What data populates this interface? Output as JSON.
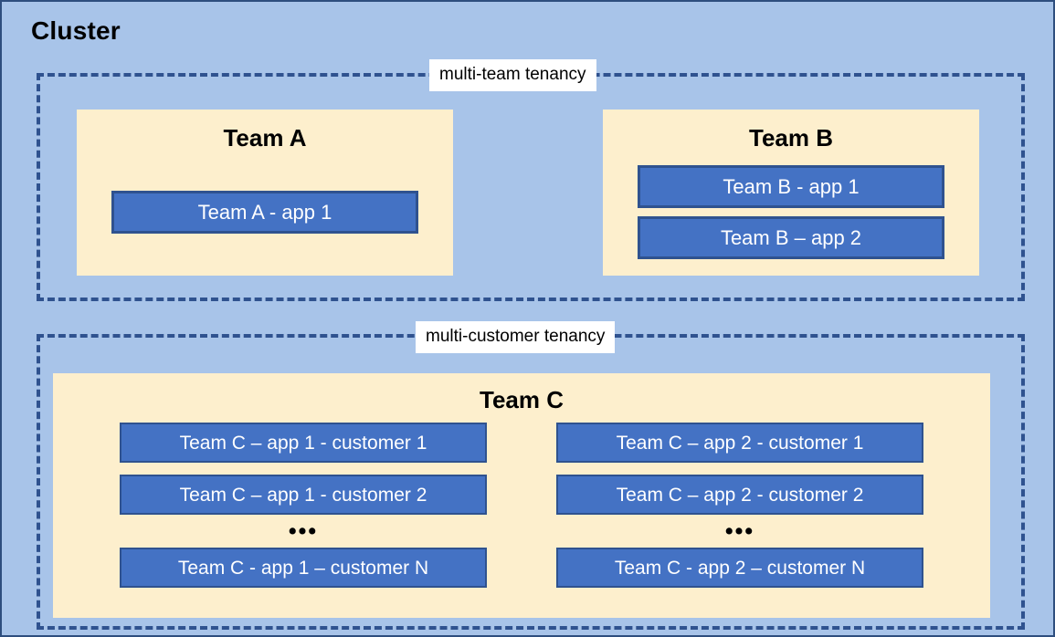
{
  "diagram": {
    "title": "Cluster",
    "colors": {
      "background": "#A8C4E9",
      "outer_border": "#2E4E7E",
      "dashed_border": "#2F528F",
      "team_panel": "#FDEFCD",
      "app_box_fill": "#4472C4",
      "app_box_border": "#2F528F",
      "app_box_text": "#FFFFFF",
      "label_chip": "#FFFFFF"
    },
    "groups": [
      {
        "label": "multi-team tenancy",
        "teams": [
          {
            "name": "Team A",
            "apps": [
              "Team A - app 1"
            ]
          },
          {
            "name": "Team B",
            "apps": [
              "Team B - app 1",
              "Team B – app 2"
            ]
          }
        ]
      },
      {
        "label": "multi-customer tenancy",
        "teams": [
          {
            "name": "Team C",
            "columns": [
              {
                "apps_top": [
                  "Team C – app 1 - customer 1",
                  "Team C – app 1 - customer 2"
                ],
                "ellipsis": "•••",
                "apps_bottom": [
                  "Team C - app 1 – customer N"
                ]
              },
              {
                "apps_top": [
                  "Team C – app 2 - customer 1",
                  "Team C – app 2 - customer 2"
                ],
                "ellipsis": "•••",
                "apps_bottom": [
                  "Team C - app 2 – customer N"
                ]
              }
            ]
          }
        ]
      }
    ]
  }
}
